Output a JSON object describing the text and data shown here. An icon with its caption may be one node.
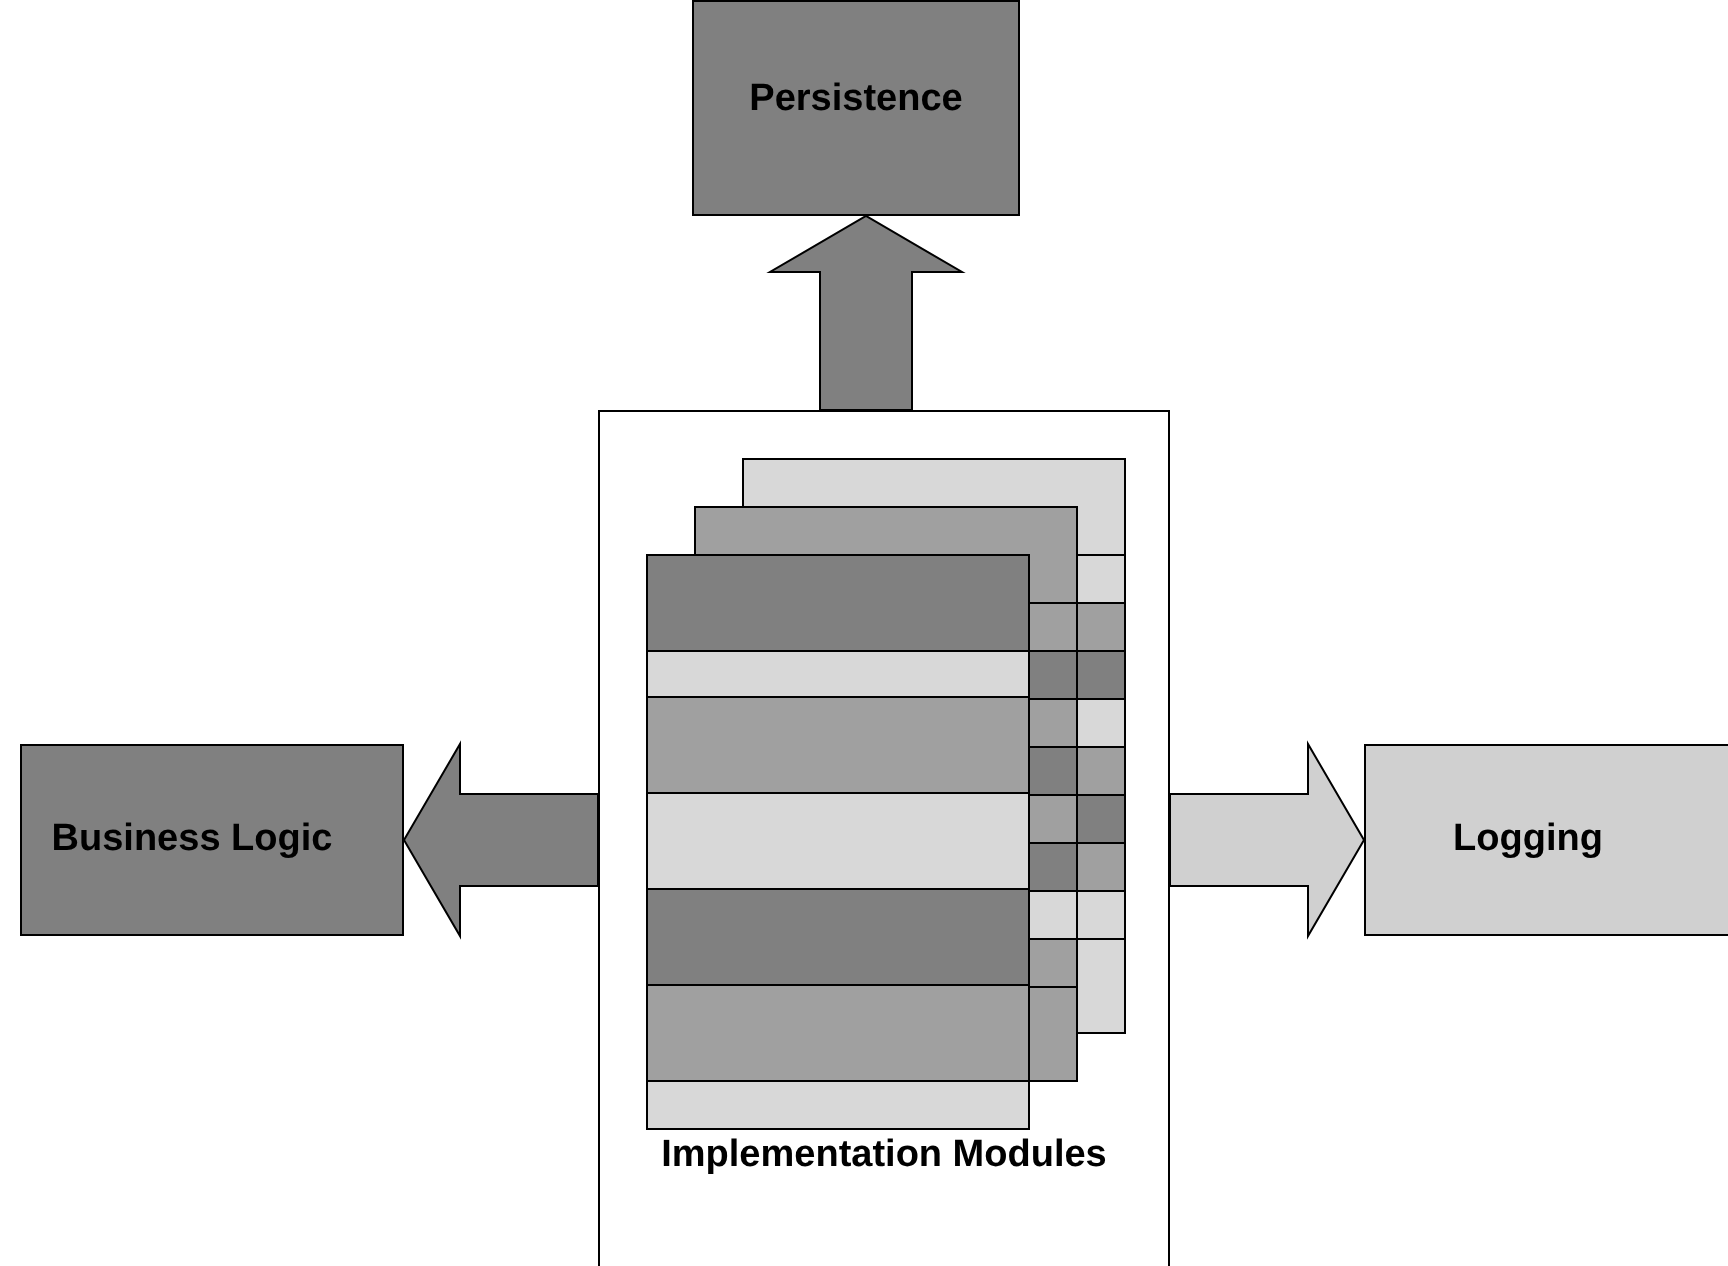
{
  "diagram": {
    "nodes": [
      {
        "text": [
          "Persistence"
        ]
      },
      {
        "text": [
          "Implementation Modules"
        ]
      },
      {
        "text": [
          "Business Logic"
        ]
      },
      {
        "text": [
          "Logging"
        ]
      }
    ],
    "edges": [
      {
        "from": 1,
        "to": 0,
        "arrow": "to",
        "style": "thick"
      },
      {
        "from": 1,
        "to": 2,
        "arrow": "to",
        "style": "thick"
      },
      {
        "from": 1,
        "to": 3,
        "arrow": "to",
        "style": "thick",
        "color": "#d0d0d0"
      }
    ]
  }
}
